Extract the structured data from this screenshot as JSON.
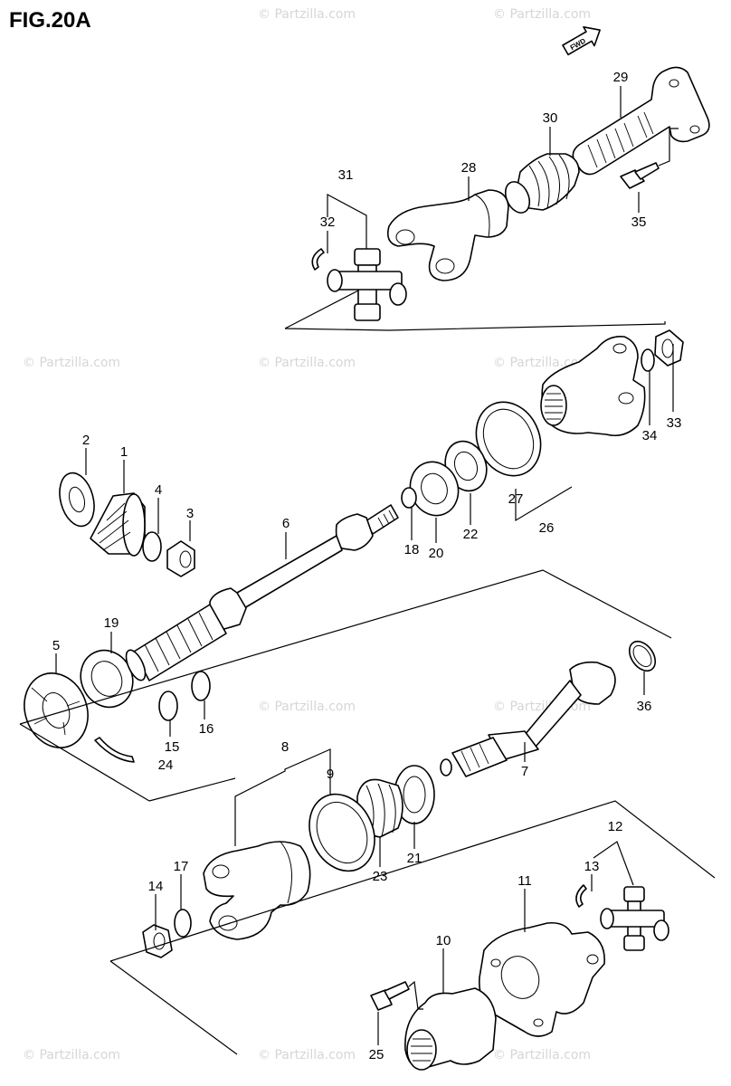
{
  "figure_title": "FIG.20A",
  "fwd_label": "FWD",
  "watermark": "© Partzilla.com",
  "callouts": [
    "1",
    "2",
    "3",
    "4",
    "5",
    "6",
    "7",
    "8",
    "9",
    "10",
    "11",
    "12",
    "13",
    "14",
    "15",
    "16",
    "17",
    "18",
    "19",
    "20",
    "21",
    "22",
    "23",
    "24",
    "25",
    "26",
    "27",
    "28",
    "29",
    "30",
    "31",
    "32",
    "33",
    "34",
    "35",
    "36"
  ]
}
